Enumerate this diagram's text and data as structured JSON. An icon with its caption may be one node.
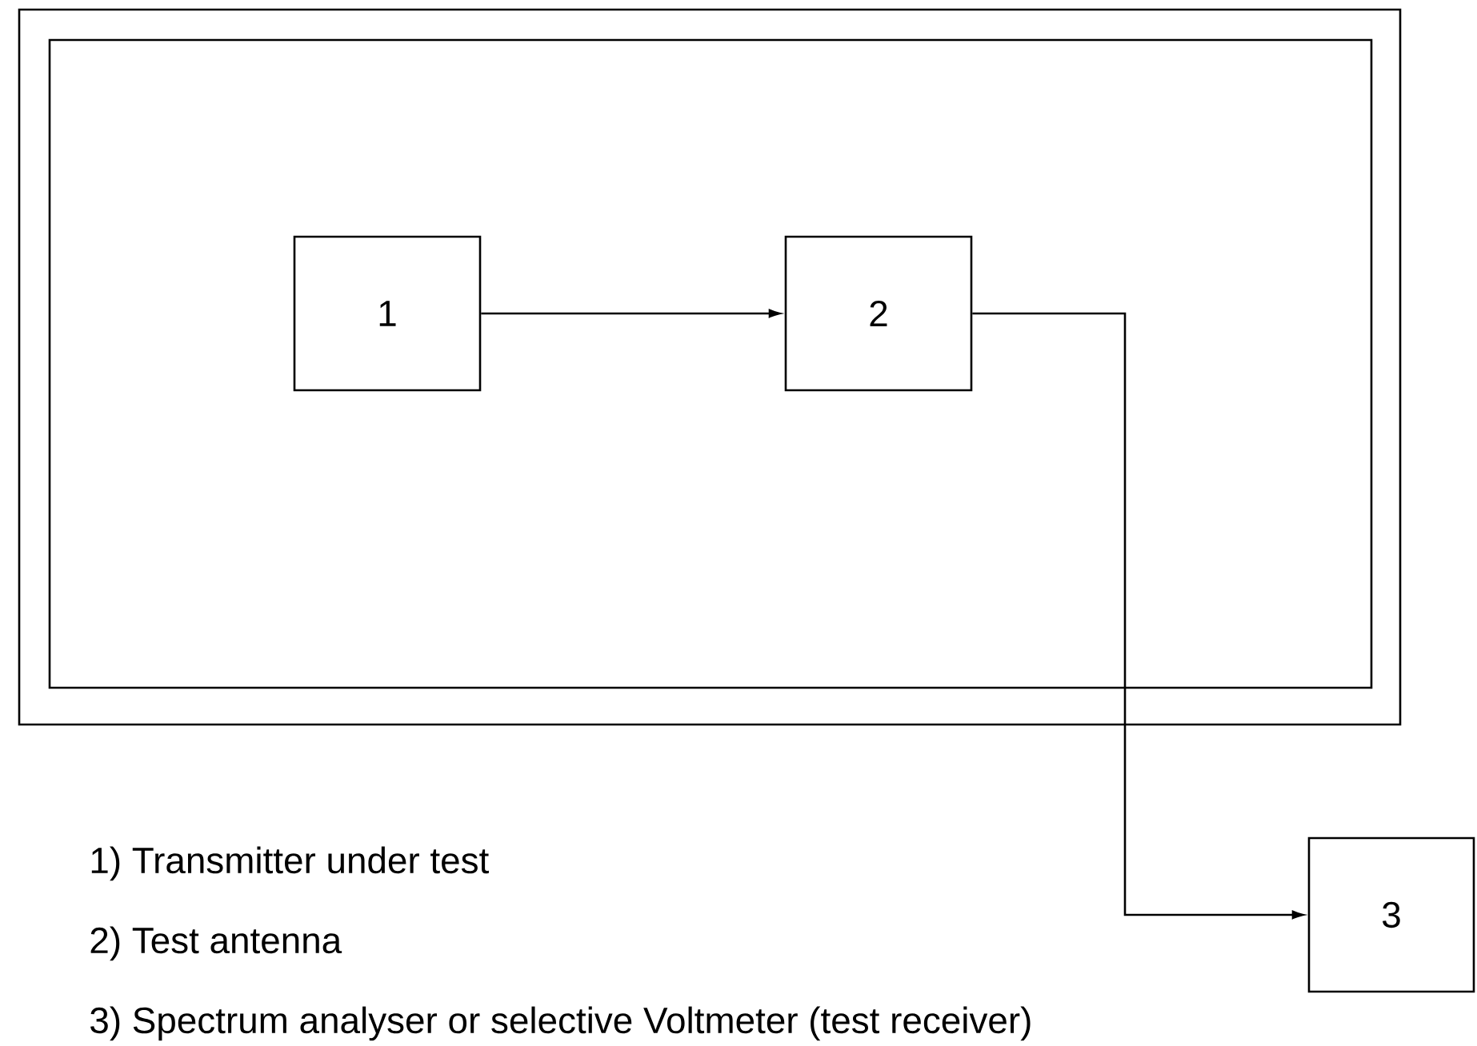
{
  "diagram": {
    "nodes": [
      {
        "text": [],
        "shape": "box"
      },
      {
        "text": [],
        "shape": "box",
        "in": 0
      },
      {
        "text": [
          "1"
        ],
        "in": 1
      },
      {
        "text": [
          "2"
        ],
        "in": 1
      },
      {
        "text": [
          "3"
        ]
      }
    ],
    "edges": [
      {
        "from": 2,
        "to": 3,
        "arrow": "to"
      },
      {
        "from": 3,
        "to": 4,
        "arrow": "to"
      }
    ],
    "labels": [
      "1) Transmitter under test",
      "2) Test antenna",
      "3) Spectrum analyser or selective Voltmeter (test receiver)"
    ]
  }
}
